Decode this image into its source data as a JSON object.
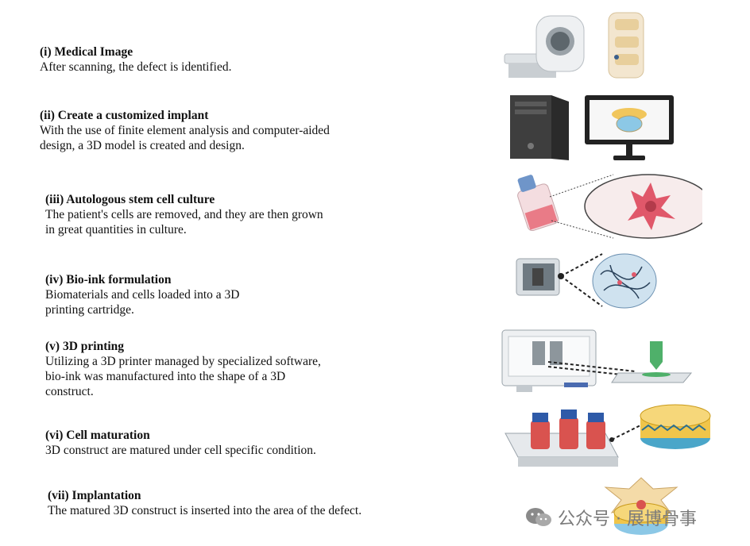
{
  "steps": [
    {
      "title": "(i) Medical Image",
      "lines": [
        "After scanning, the defect is identified."
      ]
    },
    {
      "title": "(ii) Create a customized implant",
      "lines": [
        "With the use of finite element analysis and computer-aided",
        "design, a 3D model is created and design."
      ]
    },
    {
      "title": "(iii) Autologous stem cell culture",
      "lines": [
        "The patient's cells are removed, and they are then grown",
        "in great quantities in culture."
      ]
    },
    {
      "title": "(iv) Bio-ink formulation",
      "lines": [
        "Biomaterials and cells loaded into a 3D",
        "printing cartridge."
      ]
    },
    {
      "title": "(v) 3D printing",
      "lines": [
        "Utilizing a 3D printer managed by specialized software,",
        "bio-ink was manufactured into the shape of a 3D",
        "construct."
      ]
    },
    {
      "title": "(vi) Cell maturation",
      "lines": [
        "3D construct are matured under cell specific condition."
      ]
    },
    {
      "title": "(vii) Implantation",
      "lines": [
        "The matured 3D construct is inserted into the area of the defect."
      ]
    }
  ],
  "watermark": {
    "text": "公众号 · 展博骨事",
    "icon": "wechat-icon"
  },
  "colors": {
    "cell": "#e0586a",
    "cell_bg": "#f7ecec",
    "cartilage": "#f3c85a",
    "disc": "#6ab6d6",
    "flask_cap": "#e05a6a"
  }
}
